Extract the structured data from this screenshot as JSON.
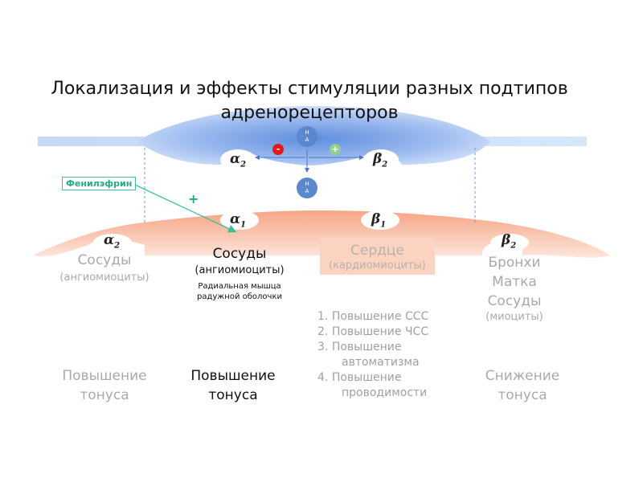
{
  "title": {
    "line1": "Локализация и эффекты стимуляции разных подтипов",
    "line2": "адренорецепторов"
  },
  "mediator": {
    "top": "Н\nА",
    "bottom": "Н\nА",
    "minus_sign": "-",
    "plus_sign": "+"
  },
  "presynaptic": {
    "alpha2": {
      "letter": "α",
      "sub": "2"
    },
    "beta2": {
      "letter": "β",
      "sub": "2"
    }
  },
  "drug": {
    "label": "Фенилэфрин",
    "effect_sign": "+"
  },
  "postsynaptic": {
    "alpha1": {
      "letter": "α",
      "sub": "1"
    },
    "beta1": {
      "letter": "β",
      "sub": "1"
    },
    "alpha2_left": {
      "letter": "α",
      "sub": "2"
    },
    "beta2_right": {
      "letter": "β",
      "sub": "2"
    }
  },
  "columns": {
    "vessels_a2": {
      "organ": "Сосуды",
      "cells": "(ангиомиоциты)",
      "effect_line1": "Повышение",
      "effect_line2": "тонуса"
    },
    "vessels_a1": {
      "organ": "Сосуды",
      "cells": "(ангиомиоциты)",
      "extra_line1": "Радиальная мышца",
      "extra_line2": "радужной оболочки",
      "effect_line1": "Повышение",
      "effect_line2": "тонуса"
    },
    "heart": {
      "organ": "Сердце",
      "cells": "(кардиомиоциты)",
      "effects": [
        {
          "num": "1.",
          "text": "Повышение ССС",
          "cont": ""
        },
        {
          "num": "2.",
          "text": "Повышение ЧСС",
          "cont": ""
        },
        {
          "num": "3.",
          "text": "Повышение",
          "cont": "автоматизма"
        },
        {
          "num": "4.",
          "text": "Повышение",
          "cont": "проводимости"
        }
      ]
    },
    "beta2_organs": {
      "organ1": "Бронхи",
      "organ2": "Матка",
      "organ3": "Сосуды",
      "cells": "(миоциты)",
      "effect_line1": "Снижение",
      "effect_line2": "тонуса"
    }
  },
  "colors": {
    "presynaptic_blue": "#a9c4ee",
    "presynaptic_dark": "#6f99e0",
    "postsynaptic_peach": "#f8b59a",
    "heart_box": "#fbd0bd",
    "mediator": "#5b87cc",
    "inhibit_red": "#e21a1a",
    "stimulate_green": "#8fd18c",
    "drug_teal": "#3cbf9a"
  }
}
